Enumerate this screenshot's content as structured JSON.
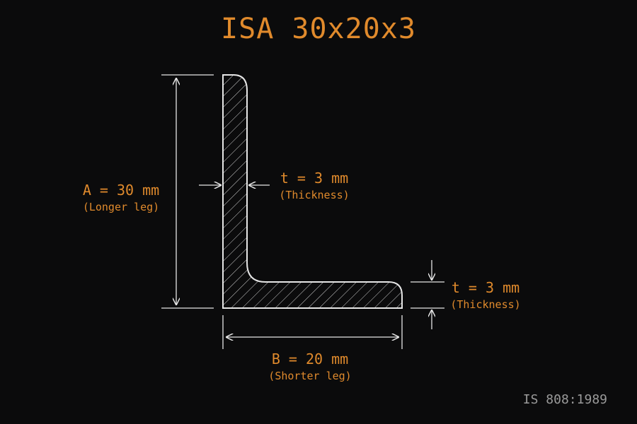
{
  "title": "ISA 30x20x3",
  "dimensions": {
    "a": {
      "value": "A = 30 mm",
      "desc": "(Longer leg)"
    },
    "t_vertical": {
      "value": "t = 3 mm",
      "desc": "(Thickness)"
    },
    "t_horizontal": {
      "value": "t = 3 mm",
      "desc": "(Thickness)"
    },
    "b": {
      "value": "B = 20 mm",
      "desc": "(Shorter leg)"
    }
  },
  "standard": "IS 808:1989",
  "colors": {
    "accent": "#e08a2c",
    "line": "#e6e6e6",
    "background": "#0b0b0c",
    "muted": "#9a9a9a"
  }
}
